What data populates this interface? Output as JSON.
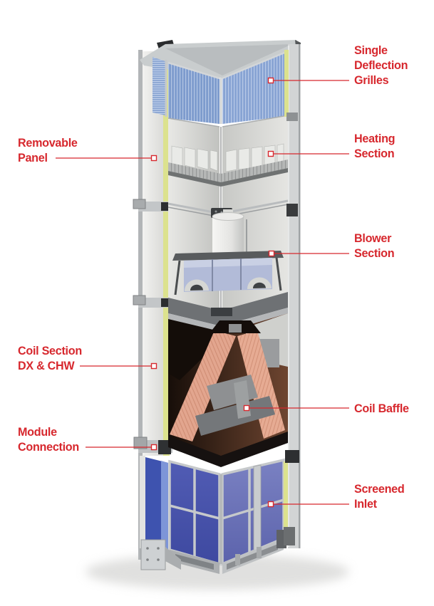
{
  "figure": {
    "type": "labeled-technical-diagram",
    "subject": "vertical air handling unit corner cutaway",
    "colors": {
      "callout_red": "#d7282e",
      "insulation_yellow": "#dce28e",
      "grille_blue": "#7d9bcd",
      "inlet_blue_front": "#4a55ad",
      "inlet_blue_right": "#6d74b8",
      "coil_salmon": "#e3a68f",
      "frame_silver": "#c9cccd",
      "interior_dark": "#2a1a12"
    }
  },
  "callouts": [
    {
      "id": "single-deflection-grilles",
      "side": "right",
      "lines": [
        "Single",
        "Deflection",
        "Grilles"
      ]
    },
    {
      "id": "heating-section",
      "side": "right",
      "lines": [
        "Heating",
        "Section"
      ]
    },
    {
      "id": "blower-section",
      "side": "right",
      "lines": [
        "Blower",
        "Section"
      ]
    },
    {
      "id": "coil-baffle",
      "side": "right",
      "lines": [
        "Coil Baffle"
      ]
    },
    {
      "id": "screened-inlet",
      "side": "right",
      "lines": [
        "Screened",
        "Inlet"
      ]
    },
    {
      "id": "removable-panel",
      "side": "left",
      "lines": [
        "Removable",
        "Panel"
      ]
    },
    {
      "id": "coil-section-dx-chw",
      "side": "left",
      "lines": [
        "Coil Section",
        "DX & CHW"
      ]
    },
    {
      "id": "module-connection",
      "side": "left",
      "lines": [
        "Module",
        "Connection"
      ]
    }
  ]
}
